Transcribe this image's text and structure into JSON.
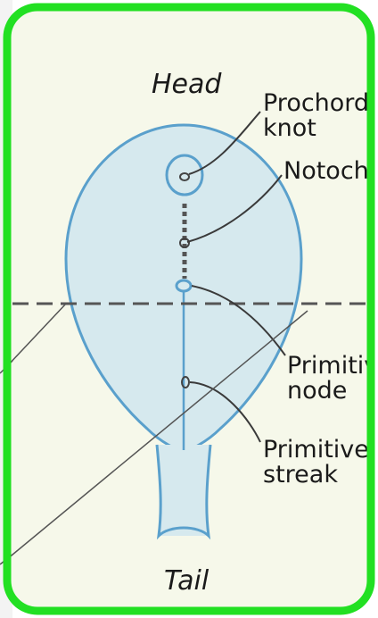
{
  "labels": {
    "head": "Head",
    "tail": "Tail",
    "prochordal_line1": "Prochordal",
    "prochordal_line2": "knot",
    "notochord": "Notochord",
    "primitive_node_line1": "Primitive",
    "primitive_node_line2": "node",
    "primitive_streak_line1": "Primitive",
    "primitive_streak_line2": "streak"
  },
  "colors": {
    "frame_border": "#22e022",
    "background": "#f6f8ea",
    "embryo_fill": "#d6e9ee",
    "embryo_stroke": "#5aa0cc",
    "leader_line": "#3a3a3a",
    "dashed_line": "#555555"
  }
}
